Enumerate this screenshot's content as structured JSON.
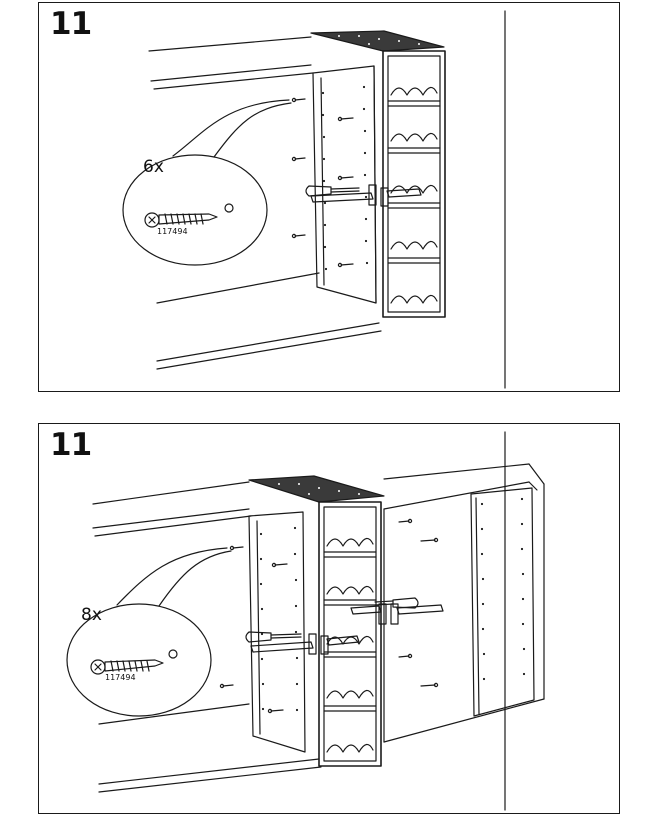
{
  "steps": [
    {
      "number": "11",
      "quantity": "6x",
      "part_number": "117494"
    },
    {
      "number": "11",
      "quantity": "8x",
      "part_number": "117494"
    }
  ],
  "colors": {
    "line": "#1a1a1a",
    "background": "#ffffff",
    "cabinet_top_fill": "#3a3a3a"
  },
  "icons": [
    "screw-icon",
    "screwdriver-icon",
    "clamp-icon",
    "wine-rack-icon"
  ]
}
